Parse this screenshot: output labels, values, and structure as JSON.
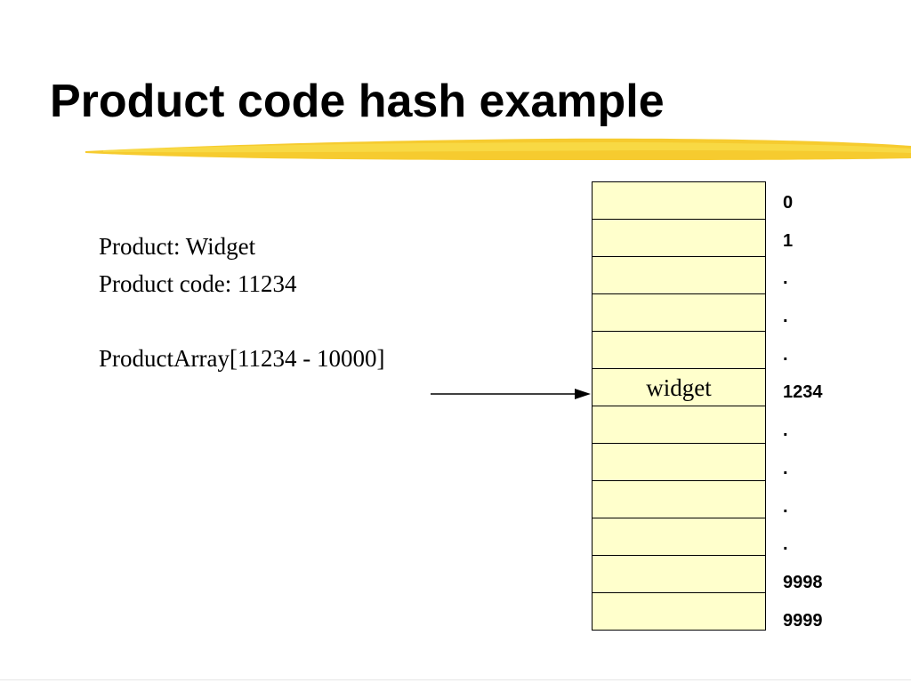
{
  "title": "Product code hash example",
  "colors": {
    "cell_fill": "#ffffcc",
    "underline": "#f5c518"
  },
  "info": {
    "line1": "Product:  Widget",
    "line2": "Product code: 11234",
    "line3": "ProductArray[11234 - 10000]"
  },
  "array": {
    "cells": [
      "",
      "",
      "",
      "",
      "",
      "widget",
      "",
      "",
      "",
      "",
      "",
      ""
    ],
    "indices": [
      "0",
      "1",
      ".",
      ".",
      ".",
      "1234",
      ".",
      ".",
      ".",
      ".",
      "9998",
      "9999"
    ]
  }
}
